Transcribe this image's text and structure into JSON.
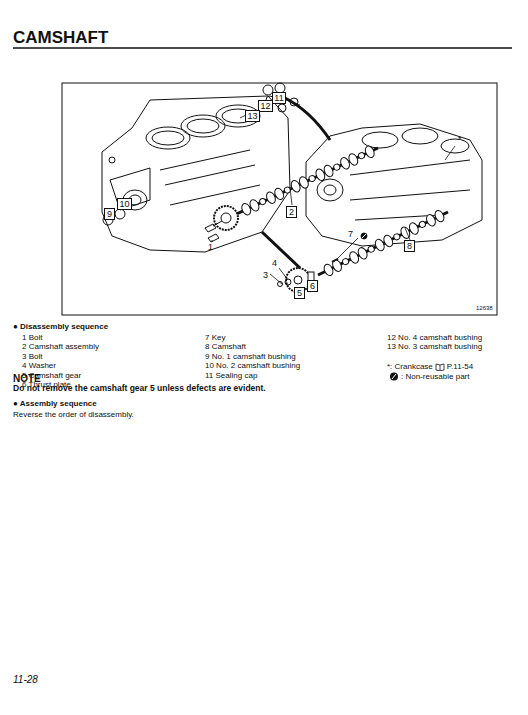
{
  "diagram": {
    "title": "CAMSHAFT",
    "nodes": [
      {
        "text": [
          "11"
        ]
      },
      {
        "text": [
          "12"
        ]
      },
      {
        "text": [
          "13"
        ]
      },
      {
        "text": [
          "10"
        ]
      },
      {
        "text": [
          "9"
        ]
      },
      {
        "text": [
          "2"
        ]
      },
      {
        "text": [
          "8"
        ]
      },
      {
        "text": [
          "6"
        ]
      },
      {
        "text": [
          "5"
        ]
      }
    ],
    "edges": [],
    "labels": [
      "1",
      "7",
      "4",
      "3",
      "*",
      "12638",
      "● Disassembly sequence",
      "1 Bolt",
      "2 Camshaft assembly",
      "3 Bolt",
      "4 Washer",
      "5 Camshaft gear",
      "6 Thrust plate",
      "7 Key",
      "8 Camshaft",
      "9 No. 1 camshaft bushing",
      "10 No. 2 camshaft bushing",
      "11 Sealing cap",
      "12 No. 4 camshaft bushing",
      "13 No. 3 camshaft bushing",
      "*: Crankcase",
      "P.11-54",
      ": Non-reusable part",
      "NOTE",
      "Do not remove the camshaft gear 5 unless defects are evident.",
      "● Assembly sequence",
      "Reverse the order of disassembly.",
      "11-28"
    ]
  }
}
